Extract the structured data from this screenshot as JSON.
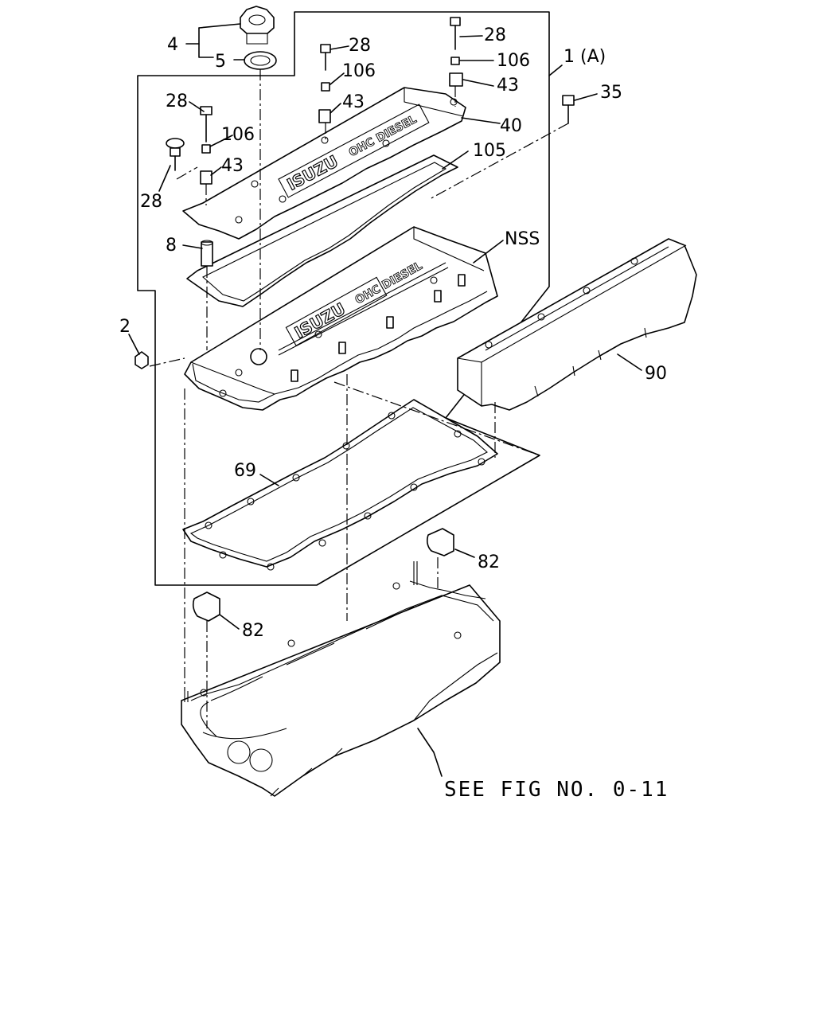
{
  "callouts": {
    "assembly": "1 (A)",
    "nut": "2",
    "cap": "4",
    "cap_seal": "5",
    "collar": "8",
    "bolt_a": "28",
    "bolt_b": "28",
    "bolt_c": "28",
    "bolt_d": "28",
    "bolt_35": "35",
    "rubber_a": "43",
    "rubber_b": "43",
    "rubber_c": "43",
    "cover_plate": "40",
    "cover_gasket": "69",
    "plug_left": "82",
    "plug_right": "82",
    "insulator": "90",
    "washer_a": "106",
    "washer_b": "106",
    "washer_c": "106",
    "plate_gasket": "105",
    "nss": "NSS"
  },
  "reference_note": "SEE FIG NO. 0-11",
  "brand": {
    "logo_text": "ISUZU",
    "engine_text": "OHC DIESEL"
  }
}
